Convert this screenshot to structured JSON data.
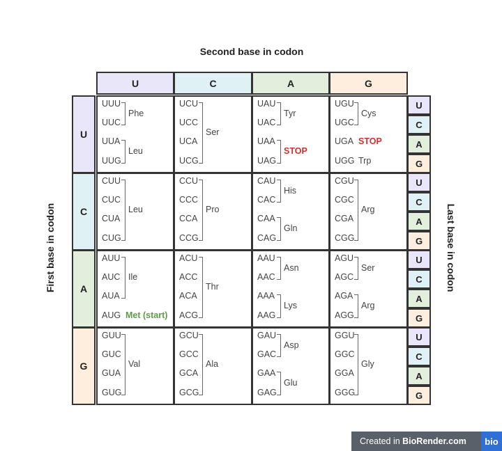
{
  "titles": {
    "second_base": "Second base in codon",
    "first_base": "First base in codon",
    "last_base": "Last base in codon"
  },
  "bases": [
    "U",
    "C",
    "A",
    "G"
  ],
  "colors": {
    "U": "#e9e6f9",
    "C": "#dff1f4",
    "A": "#e3eedd",
    "G": "#fdeedd",
    "stop": "#d0312d",
    "start": "#5f9a4a"
  },
  "rows": [
    {
      "base": "U",
      "cells": [
        {
          "codons": [
            "UUU",
            "UUC",
            "UUA",
            "UUG"
          ],
          "groups": [
            {
              "span": [
                0,
                1
              ],
              "label": "Phe",
              "kind": "normal"
            },
            {
              "span": [
                2,
                3
              ],
              "label": "Leu",
              "kind": "normal"
            }
          ]
        },
        {
          "codons": [
            "UCU",
            "UCC",
            "UCA",
            "UCG"
          ],
          "groups": [
            {
              "span": [
                0,
                3
              ],
              "label": "Ser",
              "kind": "normal"
            }
          ]
        },
        {
          "codons": [
            "UAU",
            "UAC",
            "UAA",
            "UAG"
          ],
          "groups": [
            {
              "span": [
                0,
                1
              ],
              "label": "Tyr",
              "kind": "normal"
            },
            {
              "span": [
                2,
                3
              ],
              "label": "STOP",
              "kind": "stop"
            }
          ]
        },
        {
          "codons": [
            "UGU",
            "UGC",
            "UGA",
            "UGG"
          ],
          "groups": [
            {
              "span": [
                0,
                1
              ],
              "label": "Cys",
              "kind": "normal"
            },
            {
              "span": [
                2,
                2
              ],
              "label": "STOP",
              "kind": "stop"
            },
            {
              "span": [
                3,
                3
              ],
              "label": "Trp",
              "kind": "normal"
            }
          ]
        }
      ]
    },
    {
      "base": "C",
      "cells": [
        {
          "codons": [
            "CUU",
            "CUC",
            "CUA",
            "CUG"
          ],
          "groups": [
            {
              "span": [
                0,
                3
              ],
              "label": "Leu",
              "kind": "normal"
            }
          ]
        },
        {
          "codons": [
            "CCU",
            "CCC",
            "CCA",
            "CCG"
          ],
          "groups": [
            {
              "span": [
                0,
                3
              ],
              "label": "Pro",
              "kind": "normal"
            }
          ]
        },
        {
          "codons": [
            "CAU",
            "CAC",
            "CAA",
            "CAG"
          ],
          "groups": [
            {
              "span": [
                0,
                1
              ],
              "label": "His",
              "kind": "normal"
            },
            {
              "span": [
                2,
                3
              ],
              "label": "Gln",
              "kind": "normal"
            }
          ]
        },
        {
          "codons": [
            "CGU",
            "CGC",
            "CGA",
            "CGG"
          ],
          "groups": [
            {
              "span": [
                0,
                3
              ],
              "label": "Arg",
              "kind": "normal"
            }
          ]
        }
      ]
    },
    {
      "base": "A",
      "cells": [
        {
          "codons": [
            "AUU",
            "AUC",
            "AUA",
            "AUG"
          ],
          "groups": [
            {
              "span": [
                0,
                2
              ],
              "label": "Ile",
              "kind": "normal"
            },
            {
              "span": [
                3,
                3
              ],
              "label": "Met (start)",
              "kind": "start"
            }
          ]
        },
        {
          "codons": [
            "ACU",
            "ACC",
            "ACA",
            "ACG"
          ],
          "groups": [
            {
              "span": [
                0,
                3
              ],
              "label": "Thr",
              "kind": "normal"
            }
          ]
        },
        {
          "codons": [
            "AAU",
            "AAC",
            "AAA",
            "AAG"
          ],
          "groups": [
            {
              "span": [
                0,
                1
              ],
              "label": "Asn",
              "kind": "normal"
            },
            {
              "span": [
                2,
                3
              ],
              "label": "Lys",
              "kind": "normal"
            }
          ]
        },
        {
          "codons": [
            "AGU",
            "AGC",
            "AGA",
            "AGG"
          ],
          "groups": [
            {
              "span": [
                0,
                1
              ],
              "label": "Ser",
              "kind": "normal"
            },
            {
              "span": [
                2,
                3
              ],
              "label": "Arg",
              "kind": "normal"
            }
          ]
        }
      ]
    },
    {
      "base": "G",
      "cells": [
        {
          "codons": [
            "GUU",
            "GUC",
            "GUA",
            "GUG"
          ],
          "groups": [
            {
              "span": [
                0,
                3
              ],
              "label": "Val",
              "kind": "normal"
            }
          ]
        },
        {
          "codons": [
            "GCU",
            "GCC",
            "GCA",
            "GCG"
          ],
          "groups": [
            {
              "span": [
                0,
                3
              ],
              "label": "Ala",
              "kind": "normal"
            }
          ]
        },
        {
          "codons": [
            "GAU",
            "GAC",
            "GAA",
            "GAG"
          ],
          "groups": [
            {
              "span": [
                0,
                1
              ],
              "label": "Asp",
              "kind": "normal"
            },
            {
              "span": [
                2,
                3
              ],
              "label": "Glu",
              "kind": "normal"
            }
          ]
        },
        {
          "codons": [
            "GGU",
            "GGC",
            "GGA",
            "GGG"
          ],
          "groups": [
            {
              "span": [
                0,
                3
              ],
              "label": "Gly",
              "kind": "normal"
            }
          ]
        }
      ]
    }
  ],
  "badge": {
    "prefix": "Created in ",
    "brand": "BioRender.com",
    "logo": "bio"
  }
}
